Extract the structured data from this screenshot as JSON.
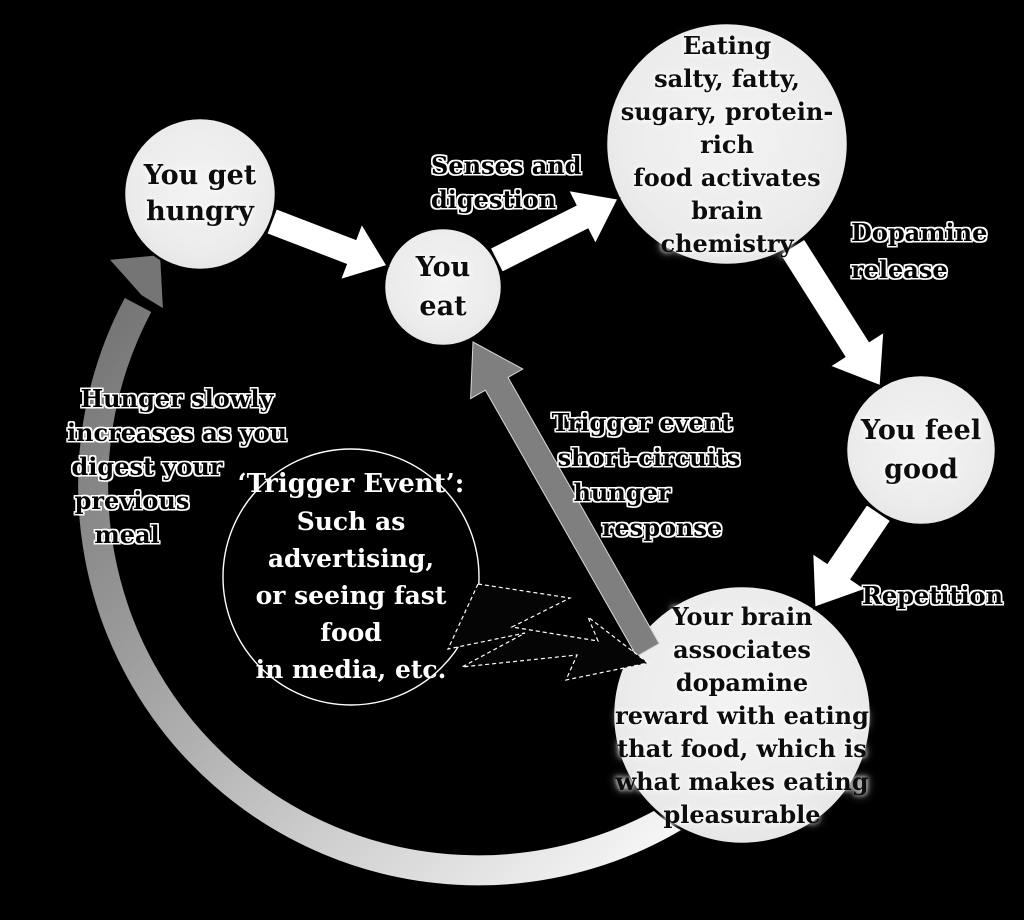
{
  "diagram": {
    "nodes": {
      "you_get_hungry": {
        "lines": [
          "You get",
          "hungry"
        ]
      },
      "you_eat": {
        "lines": [
          "You",
          "eat"
        ]
      },
      "eating_food": {
        "lines": [
          "Eating",
          "salty, fatty,",
          "sugary, protein-rich",
          "food activates brain",
          "chemistry"
        ]
      },
      "you_feel_good": {
        "lines": [
          "You feel",
          "good"
        ]
      },
      "brain_reward": {
        "lines": [
          "Your brain",
          "associates dopamine",
          "reward with eating",
          "that food, which is",
          "what makes eating",
          "pleasurable"
        ]
      },
      "trigger_event": {
        "title": "‘Trigger Event’:",
        "lines": [
          "Such as advertising,",
          "or seeing fast food",
          "in media, etc."
        ]
      }
    },
    "labels": {
      "senses": {
        "lines": [
          "Senses and",
          "digestion"
        ]
      },
      "dopamine": {
        "lines": [
          "Dopamine",
          "release"
        ]
      },
      "repetition": {
        "text": "Repetition"
      },
      "hunger_increase": {
        "lines": [
          "Hunger slowly",
          "increases as you",
          "digest your",
          "previous",
          "meal"
        ]
      },
      "short_circuit": {
        "lines": [
          "Trigger event",
          "short-circuits",
          "hunger",
          "response"
        ]
      }
    },
    "colors": {
      "background": "#000000",
      "node_fill": "#ededed",
      "node_border": "#000000",
      "node_text": "#0d0d0d",
      "white_arrow": "#ffffff",
      "gray_arrow": "#7f7f7f",
      "cycle_arrow_tail": "#f2f2f2",
      "cycle_arrow_head": "#757575",
      "trigger_fill": "#000000",
      "trigger_outline": "#ffffff",
      "trigger_text": "#ffffff",
      "label_text": "#000000",
      "label_outline": "#ffffff"
    }
  }
}
